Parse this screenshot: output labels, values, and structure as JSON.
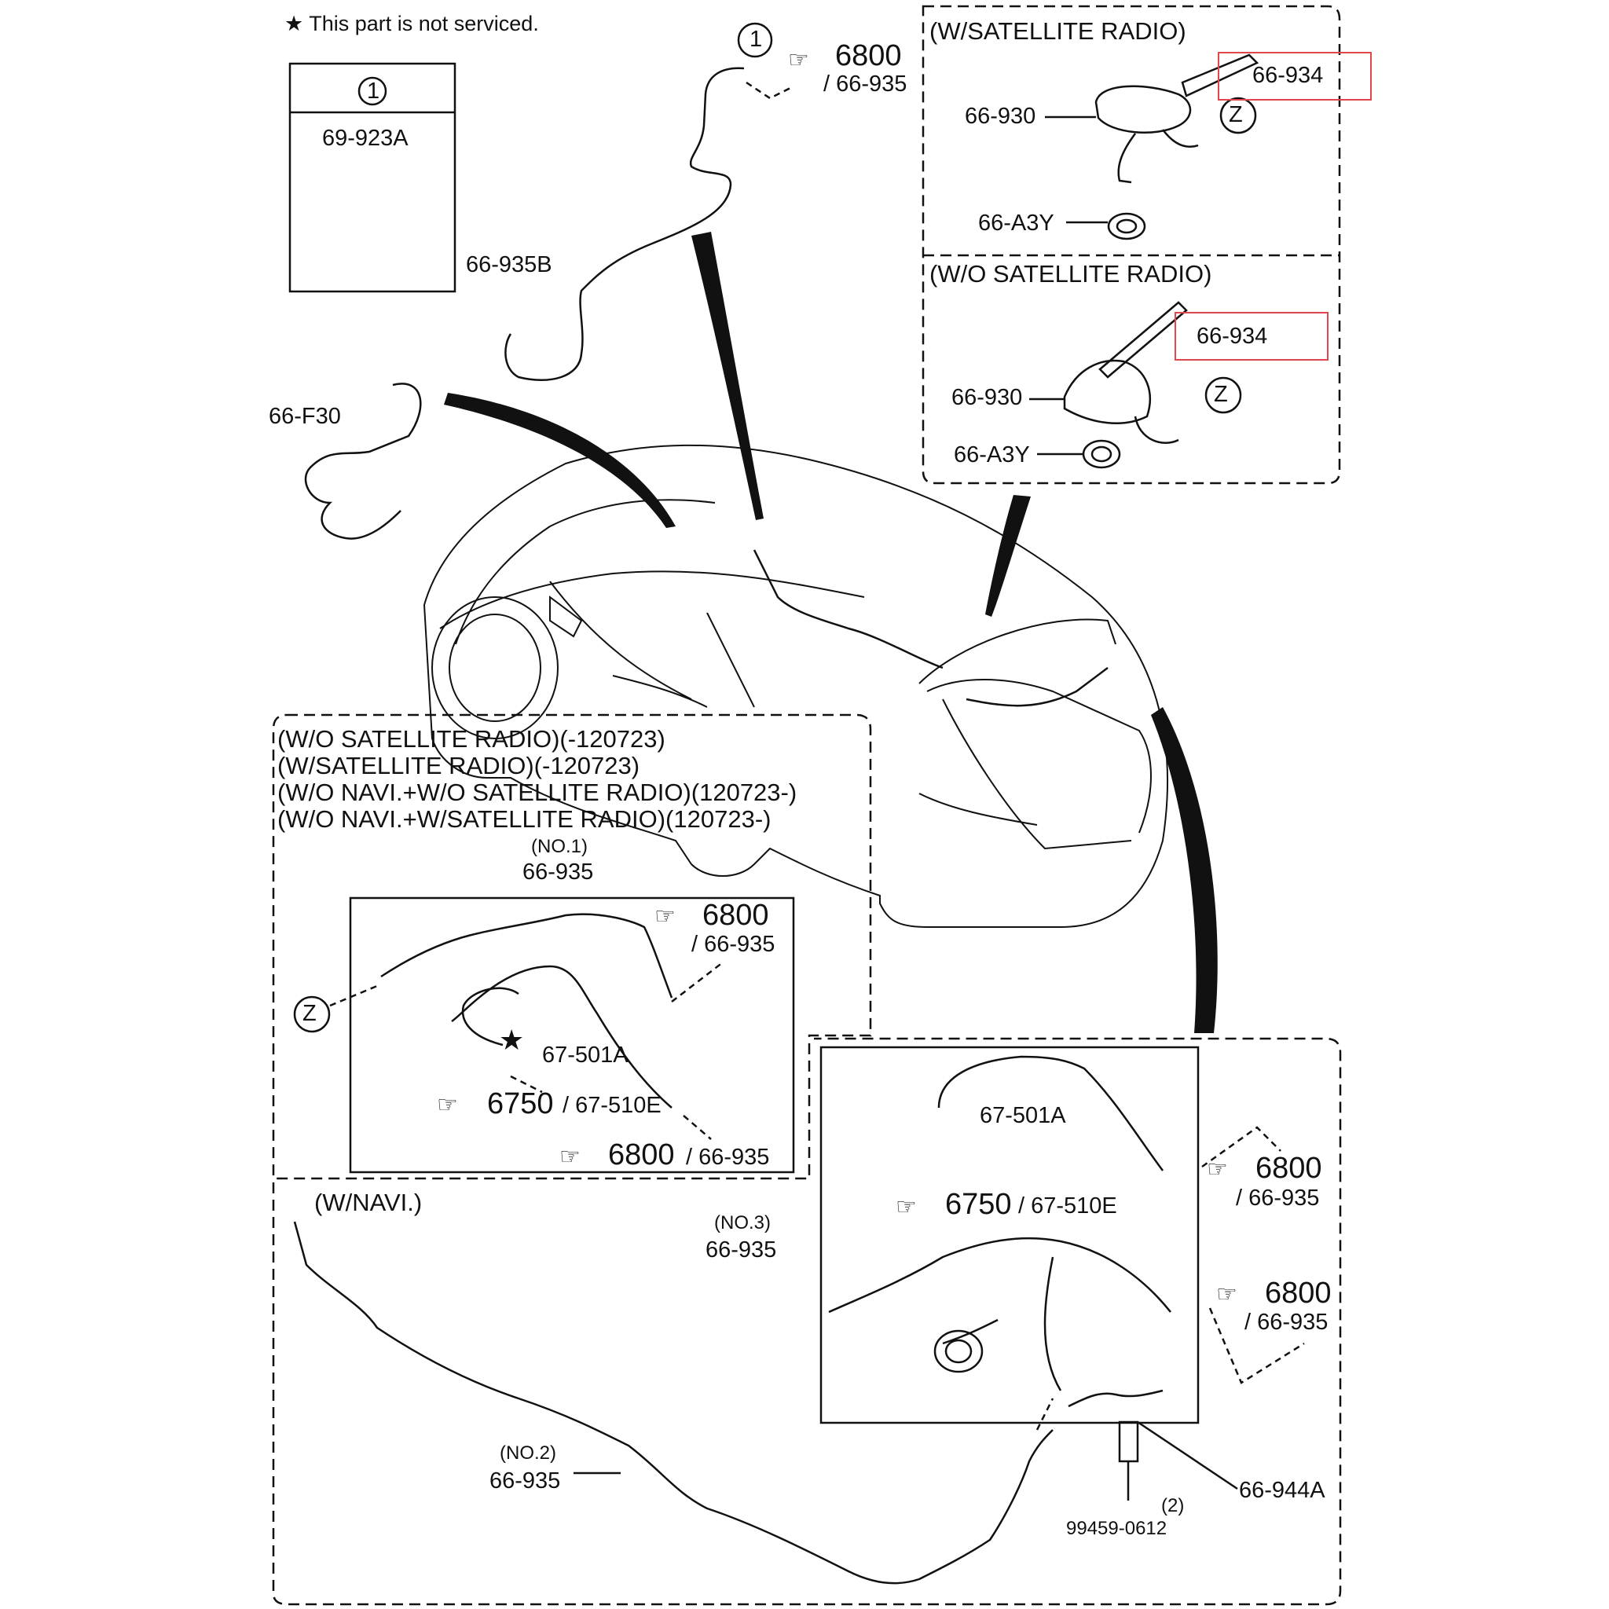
{
  "note": "★ This part is not serviced.",
  "inset_part": {
    "marker": "1",
    "number": "69-923A"
  },
  "callout_marker": "1",
  "ref_top": {
    "page": "6800",
    "part": "/ 66-935"
  },
  "part_66_935B": "66-935B",
  "part_66_F30": "66-F30",
  "sat": {
    "title": "(W/SATELLITE RADIO)",
    "antenna": "66-934",
    "base": "66-930",
    "marker": "Z",
    "nut": "66-A3Y"
  },
  "nosat": {
    "title": "(W/O SATELLITE RADIO)",
    "antenna": "66-934",
    "base": "66-930",
    "marker": "Z",
    "nut": "66-A3Y"
  },
  "lower_left": {
    "titles": [
      "(W/O SATELLITE RADIO)(-120723)",
      "(W/SATELLITE RADIO)(-120723)",
      "(W/O NAVI.+W/O SATELLITE RADIO)(120723-)",
      "(W/O NAVI.+W/SATELLITE RADIO)(120723-)"
    ],
    "harness_no": "(NO.1)",
    "harness_part": "66-935",
    "marker": "Z",
    "ref1": {
      "page": "6800",
      "part": "/ 66-935"
    },
    "cable": "67-501A",
    "star": "★",
    "ref2": {
      "page": "6750",
      "part": "/ 67-510E"
    },
    "ref3": {
      "page": "6800",
      "part": "/ 66-935"
    }
  },
  "navi": {
    "title": "(W/NAVI.)",
    "harness2_no": "(NO.2)",
    "harness2_part": "66-935",
    "cable": "67-501A",
    "ref_a": {
      "page": "6750",
      "part": "/ 67-510E"
    },
    "ref_b": {
      "page": "6800",
      "part": "/ 66-935"
    },
    "harness3_no": "(NO.3)",
    "harness3_part": "66-935",
    "ref_c": {
      "page": "6800",
      "part": "/ 66-935"
    },
    "bracket": "66-944A",
    "qty": "(2)",
    "bolt": "99459-0612"
  },
  "colors": {
    "line": "#111111",
    "highlight": "#e0474c"
  }
}
